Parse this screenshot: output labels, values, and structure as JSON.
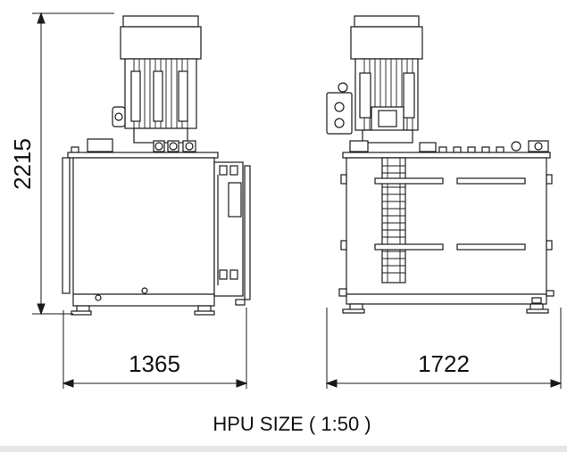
{
  "dimensions": {
    "height": "2215",
    "width_side": "1365",
    "width_front": "1722"
  },
  "caption": "HPU SIZE ( 1:50 )"
}
